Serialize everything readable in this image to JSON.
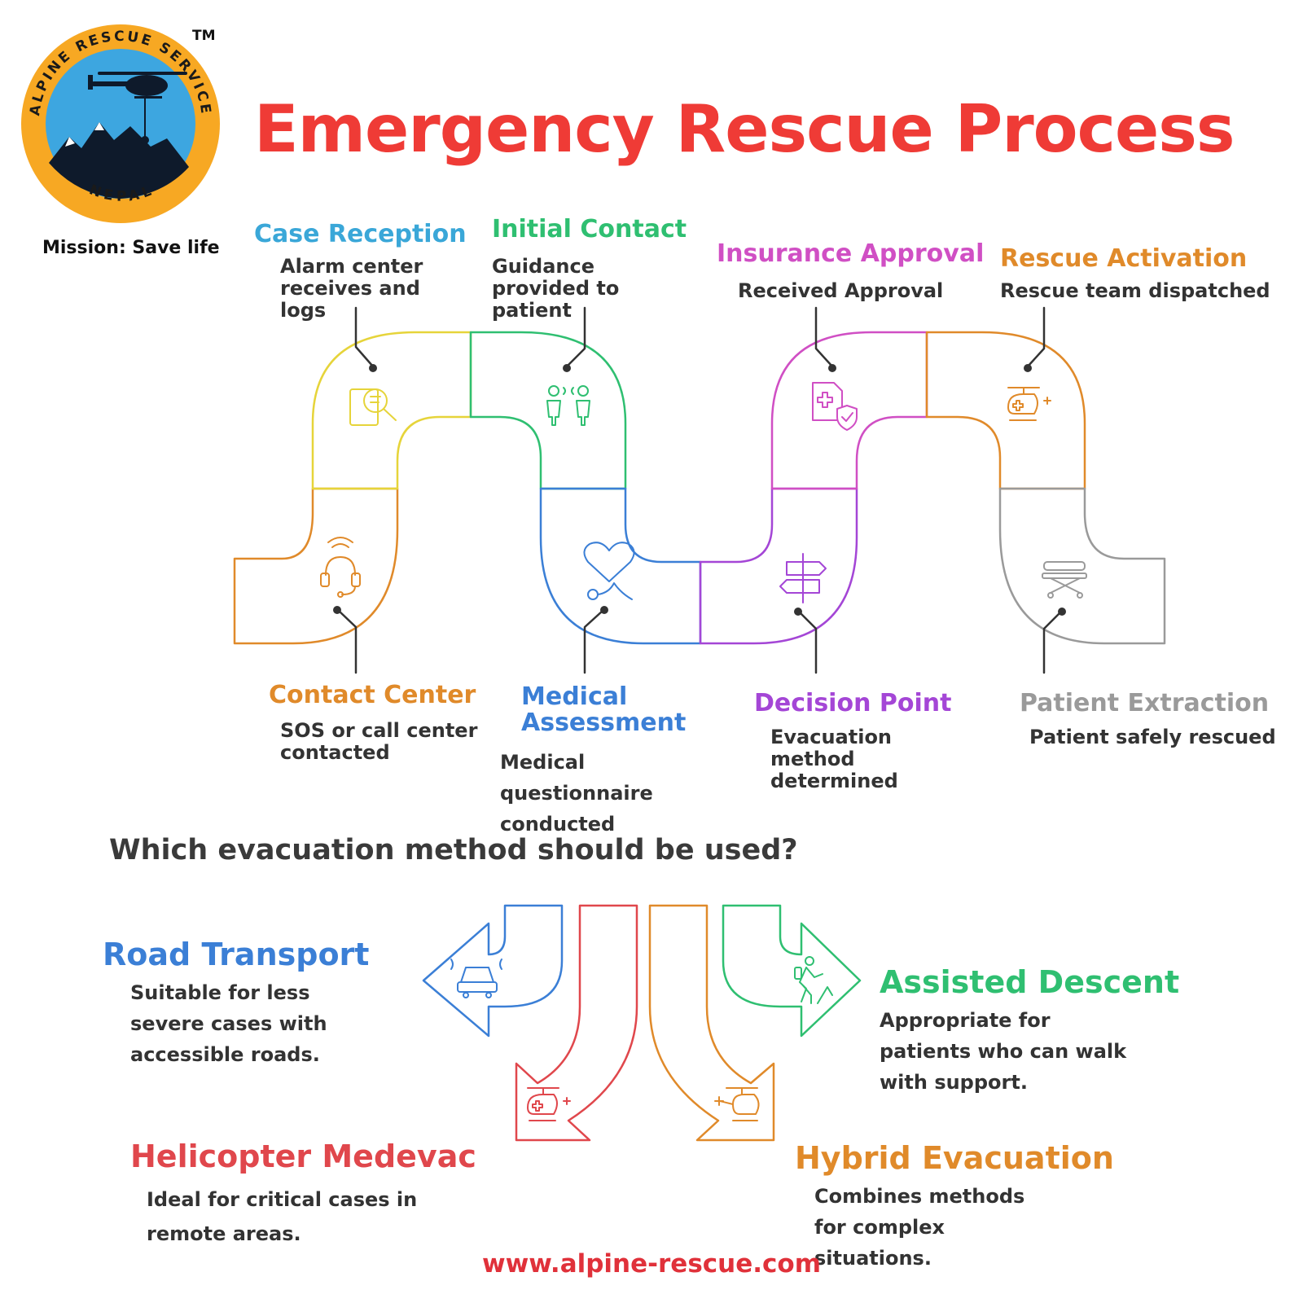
{
  "logo": {
    "ring_text_top": "ALPINE RESCUE SERVICE",
    "ring_text_bottom": "NEPAL",
    "trademark": "TM"
  },
  "mission": "Mission: Save life",
  "title": "Emergency Rescue Process",
  "steps": [
    {
      "title": "Case Reception",
      "desc": "Alarm center receives and logs",
      "color": "#3aa7d8",
      "icon": "document-search-icon"
    },
    {
      "title": "Initial Contact",
      "desc": "Guidance provided to patient",
      "color": "#2fbf71",
      "icon": "two-people-talking-icon"
    },
    {
      "title": "Insurance Approval",
      "desc": "Received Approval",
      "color": "#d04fc4",
      "icon": "medical-document-shield-icon"
    },
    {
      "title": "Rescue Activation",
      "desc": "Rescue team dispatched",
      "color": "#e08a2a",
      "icon": "medical-helicopter-icon"
    },
    {
      "title": "Contact Center",
      "desc": "SOS or call center contacted",
      "color": "#e08a2a",
      "icon": "headset-icon"
    },
    {
      "title": "Medical Assessment",
      "desc": "Medical questionnaire conducted",
      "color": "#3b7fd6",
      "icon": "heart-stethoscope-icon"
    },
    {
      "title": "Decision Point",
      "desc": "Evacuation method determined",
      "color": "#a446d6",
      "icon": "signpost-icon"
    },
    {
      "title": "Patient Extraction",
      "desc": "Patient safely rescued",
      "color": "#9a9a9a",
      "icon": "stretcher-icon"
    }
  ],
  "question": "Which evacuation method should be used?",
  "options": [
    {
      "title": "Road Transport",
      "desc": "Suitable for less severe cases with accessible roads.",
      "color": "#3b7fd6",
      "icon": "car-icon"
    },
    {
      "title": "Assisted Descent",
      "desc": "Appropriate for patients who can walk with support.",
      "color": "#2fbf71",
      "icon": "hiker-icon"
    },
    {
      "title": "Helicopter Medevac",
      "desc": "Ideal for critical cases in remote areas.",
      "color": "#e0474c",
      "icon": "medical-helicopter-icon"
    },
    {
      "title": "Hybrid Evacuation",
      "desc": "Combines methods for complex situations.",
      "color": "#e08a2a",
      "icon": "helicopter-icon"
    }
  ],
  "footer": "www.alpine-rescue.com",
  "colors": {
    "title_red": "#ef3b36",
    "yellow_segment": "#e6d43a",
    "logo_ring": "#f7a823",
    "logo_sky": "#3da6e0"
  }
}
